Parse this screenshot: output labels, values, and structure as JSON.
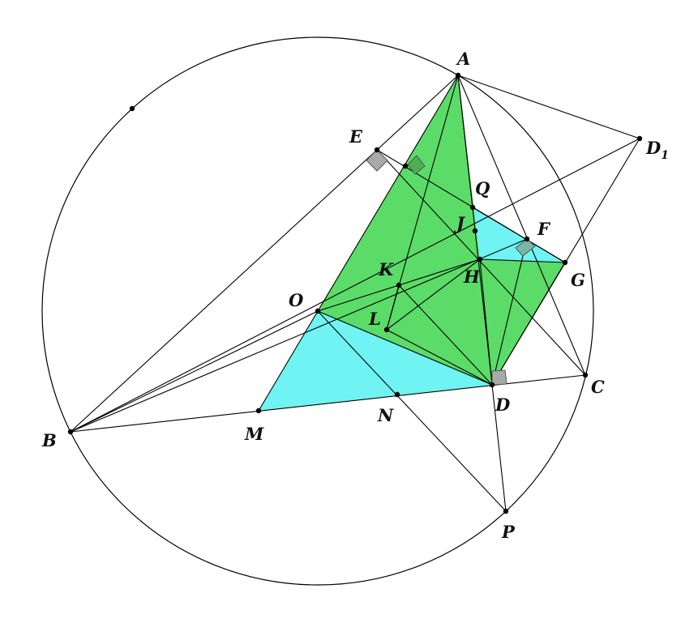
{
  "figure": {
    "colors": {
      "green": "#5bdc68",
      "cyan": "#6ff3f3",
      "stroke": "#000000",
      "right_angle_gray": "#a9a9a9",
      "right_angle_green": "#4caf50"
    },
    "labels": [
      {
        "id": "A",
        "text": "A"
      },
      {
        "id": "B",
        "text": "B"
      },
      {
        "id": "C",
        "text": "C"
      },
      {
        "id": "D",
        "text": "D"
      },
      {
        "id": "D1",
        "text": "D",
        "sub": "1"
      },
      {
        "id": "E",
        "text": "E"
      },
      {
        "id": "F",
        "text": "F"
      },
      {
        "id": "G",
        "text": "G"
      },
      {
        "id": "H",
        "text": "H"
      },
      {
        "id": "J",
        "text": "J"
      },
      {
        "id": "K",
        "text": "K"
      },
      {
        "id": "L",
        "text": "L"
      },
      {
        "id": "M",
        "text": "M"
      },
      {
        "id": "N",
        "text": "N"
      },
      {
        "id": "O",
        "text": "O"
      },
      {
        "id": "P",
        "text": "P"
      },
      {
        "id": "Q",
        "text": "Q"
      }
    ]
  }
}
